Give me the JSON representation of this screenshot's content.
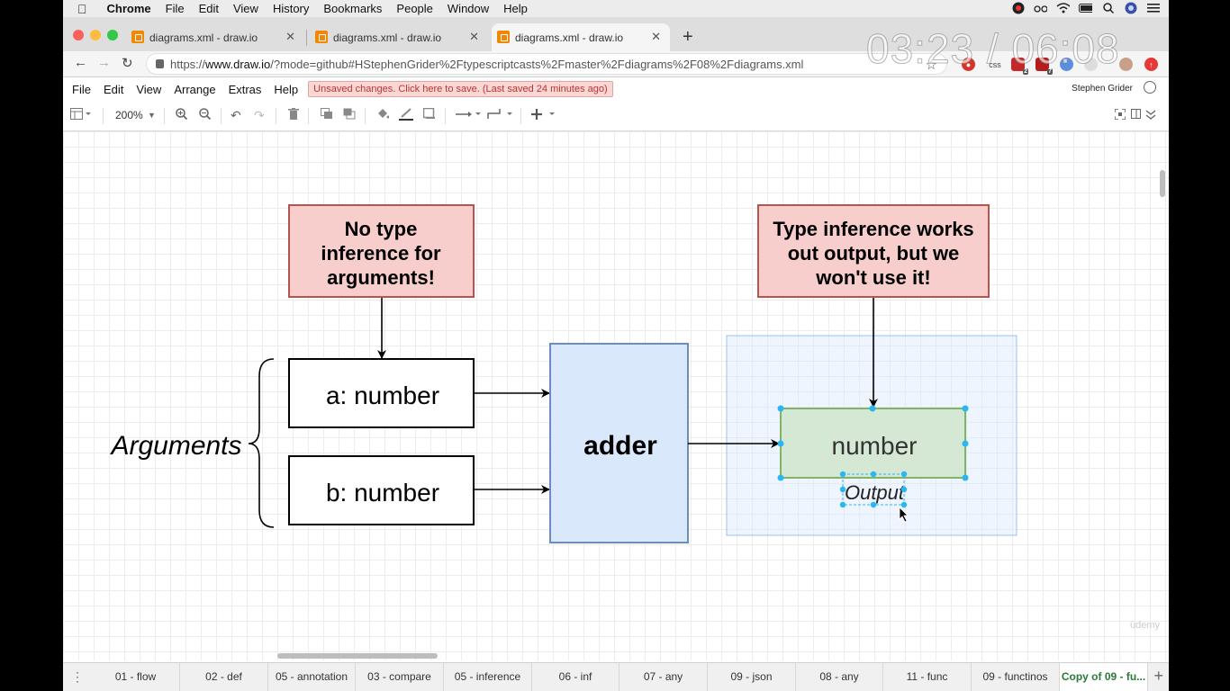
{
  "os_menu": {
    "app": "Chrome",
    "items": [
      "File",
      "Edit",
      "View",
      "History",
      "Bookmarks",
      "People",
      "Window",
      "Help"
    ]
  },
  "tabs": [
    {
      "title": "diagrams.xml - draw.io",
      "active": false
    },
    {
      "title": "diagrams.xml - draw.io",
      "active": false
    },
    {
      "title": "diagrams.xml - draw.io",
      "active": true
    }
  ],
  "url": {
    "scheme": "https://",
    "host": "www.draw.io",
    "path": "/?mode=github#HStephenGrider%2Ftypescriptcasts%2Fmaster%2Fdiagrams%2F08%2Fdiagrams.xml"
  },
  "video_timer": "03:23 / 06:08",
  "extensions": {
    "css_label": "css",
    "badge1": "2",
    "badge2": "7"
  },
  "drawio_menu": [
    "File",
    "Edit",
    "View",
    "Arrange",
    "Extras",
    "Help"
  ],
  "unsaved_notice": "Unsaved changes. Click here to save. (Last saved 24 minutes ago)",
  "user_name": "Stephen Grider",
  "toolbar": {
    "zoom": "200%"
  },
  "diagram": {
    "note_left": [
      "No type",
      "inference for",
      "arguments!"
    ],
    "note_right": [
      "Type inference works",
      "out output, but we",
      "won't use it!"
    ],
    "arg_a": "a: number",
    "arg_b": "b: number",
    "adder": "adder",
    "arguments_label": "Arguments",
    "output_box": "number",
    "output_label": "Output",
    "colors": {
      "note_fill": "#f8cecc",
      "note_stroke": "#b85450",
      "adder_fill": "#dae8fc",
      "adder_stroke": "#6c8ebf",
      "output_fill": "#d5e8d4",
      "output_stroke": "#82b366",
      "selection": "#29b6f2"
    }
  },
  "watermark": "ūdemy",
  "pages": [
    "01 - flow",
    "02 - def",
    "05 - annotation",
    "03 - compare",
    "05 - inference",
    "06 - inf",
    "07 - any",
    "09 - json",
    "08 - any",
    "11 - func",
    "09 - functinos",
    "Copy of 09 - fu..."
  ],
  "active_page": 11
}
